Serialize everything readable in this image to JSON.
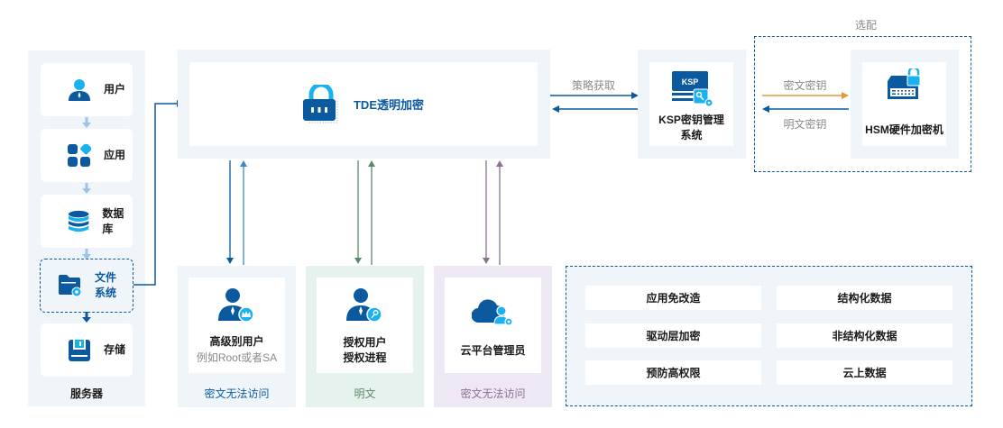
{
  "server_column": {
    "items": [
      {
        "label": "用户",
        "icon": "user-icon"
      },
      {
        "label": "应用",
        "icon": "apps-icon"
      },
      {
        "label": "数据库",
        "icon": "database-icon"
      },
      {
        "label_line1": "文件",
        "label_line2": "系统",
        "icon": "folder-gear-icon",
        "highlighted": true
      },
      {
        "label": "存储",
        "icon": "storage-icon"
      }
    ],
    "footer": "服务器"
  },
  "tde": {
    "title": "TDE透明加密",
    "icon": "padlock-icon"
  },
  "policy_link": {
    "label": "策略获取"
  },
  "ksp": {
    "badge": "KSP",
    "title_line1": "KSP密钥管理",
    "title_line2": "系统",
    "icon": "ksp-monitor-key-icon"
  },
  "optional_group": {
    "label": "选配",
    "arrow_top_label": "密文密钥",
    "arrow_bottom_label": "明文密钥",
    "hsm": {
      "title": "HSM硬件加密机",
      "icon": "hsm-device-lock-icon"
    }
  },
  "access_groups": [
    {
      "title": "高级别用户",
      "subtitle": "例如Root或者SA",
      "result": "密文无法访问",
      "icon": "user-crown-icon",
      "color": "#0b5aa0"
    },
    {
      "title_line1": "授权用户",
      "title_line2": "授权进程",
      "result": "明文",
      "icon": "user-key-icon",
      "color": "#5b8a6b"
    },
    {
      "title": "云平台管理员",
      "result": "密文无法访问",
      "icon": "cloud-admin-icon",
      "color": "#8c6f91"
    }
  ],
  "features": {
    "left": [
      "应用免改造",
      "驱动层加密",
      "预防高权限"
    ],
    "right": [
      "结构化数据",
      "非结构化数据",
      "云上数据"
    ]
  },
  "colors": {
    "primary": "#0b5aa0",
    "accent": "#1ab2ee",
    "green": "#5b8a6b",
    "purple": "#8c6f91",
    "orange": "#e8963a",
    "panel": "#f0f5f9"
  }
}
